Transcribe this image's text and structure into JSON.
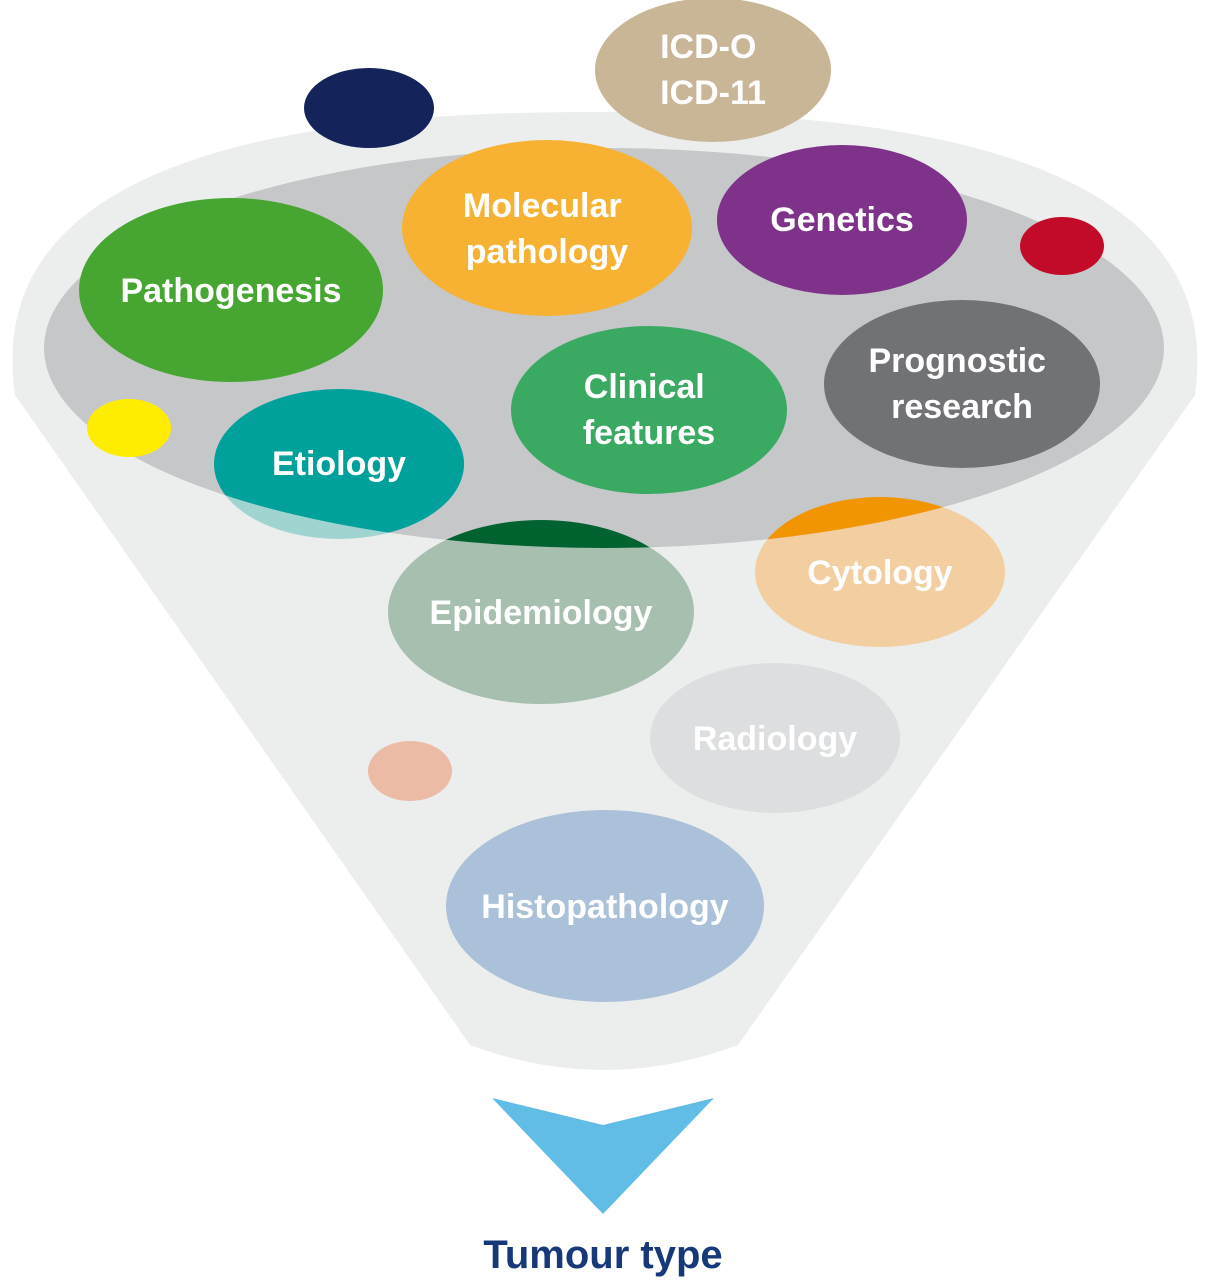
{
  "colors": {
    "funnel": "#eceeee",
    "funnel_rim": "#c6c7c9",
    "arrow": "#62bde6",
    "caption": "#17397a"
  },
  "bubbles": {
    "icd": {
      "lines": [
        "ICD-O",
        "ICD-11"
      ],
      "color": "#c8b697"
    },
    "molecular_pathology": {
      "lines": [
        "Molecular",
        "pathology"
      ],
      "color": "#f7b233"
    },
    "genetics": {
      "lines": [
        "Genetics"
      ],
      "color": "#7f3289"
    },
    "pathogenesis": {
      "lines": [
        "Pathogenesis"
      ],
      "color": "#47a631"
    },
    "clinical_features": {
      "lines": [
        "Clinical",
        "features"
      ],
      "color": "#3aaa63"
    },
    "prognostic_research": {
      "lines": [
        "Prognostic",
        "research"
      ],
      "color": "#717275"
    },
    "etiology": {
      "lines": [
        "Etiology"
      ],
      "color": "#00a19a"
    },
    "epidemiology": {
      "lines": [
        "Epidemiology"
      ],
      "color": "#a6bfae"
    },
    "cytology": {
      "lines": [
        "Cytology"
      ],
      "color": "#f2cea0"
    },
    "radiology": {
      "lines": [
        "Radiology"
      ],
      "color": "#dcdedf"
    },
    "histopathology": {
      "lines": [
        "Histopathology"
      ],
      "color": "#aac1d9"
    }
  },
  "dots": {
    "navy": "#14235a",
    "red": "#c20b29",
    "yellow": "#ffed00",
    "peach": "#ecbba6"
  },
  "caption": "Tumour type"
}
